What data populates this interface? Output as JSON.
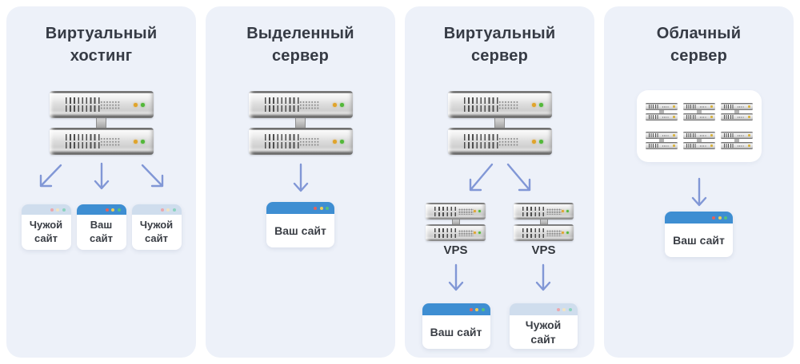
{
  "diagram": {
    "panels": [
      {
        "title": "Виртуальный хостинг",
        "sites": [
          {
            "label": "Чужой сайт",
            "variant": "other"
          },
          {
            "label": "Ваш сайт",
            "variant": "yours"
          },
          {
            "label": "Чужой сайт",
            "variant": "other"
          }
        ]
      },
      {
        "title": "Выделенный сервер",
        "sites": [
          {
            "label": "Ваш сайт",
            "variant": "yours"
          }
        ]
      },
      {
        "title": "Виртуальный сервер",
        "vps": [
          "VPS",
          "VPS"
        ],
        "sites": [
          {
            "label": "Ваш сайт",
            "variant": "yours"
          },
          {
            "label": "Чужой сайт",
            "variant": "other"
          }
        ]
      },
      {
        "title": "Облачный сервер",
        "sites": [
          {
            "label": "Ваш сайт",
            "variant": "yours"
          }
        ]
      }
    ],
    "colors": {
      "page_bg": "#ffffff",
      "panel_bg": "#edf1f9",
      "title_text": "#363b45",
      "arrow": "#8197d6",
      "site_yours_header": "#3e8ed2",
      "site_other_header": "#cfdded",
      "led_yellow": "#e0a42c",
      "led_green": "#53b83a"
    }
  }
}
